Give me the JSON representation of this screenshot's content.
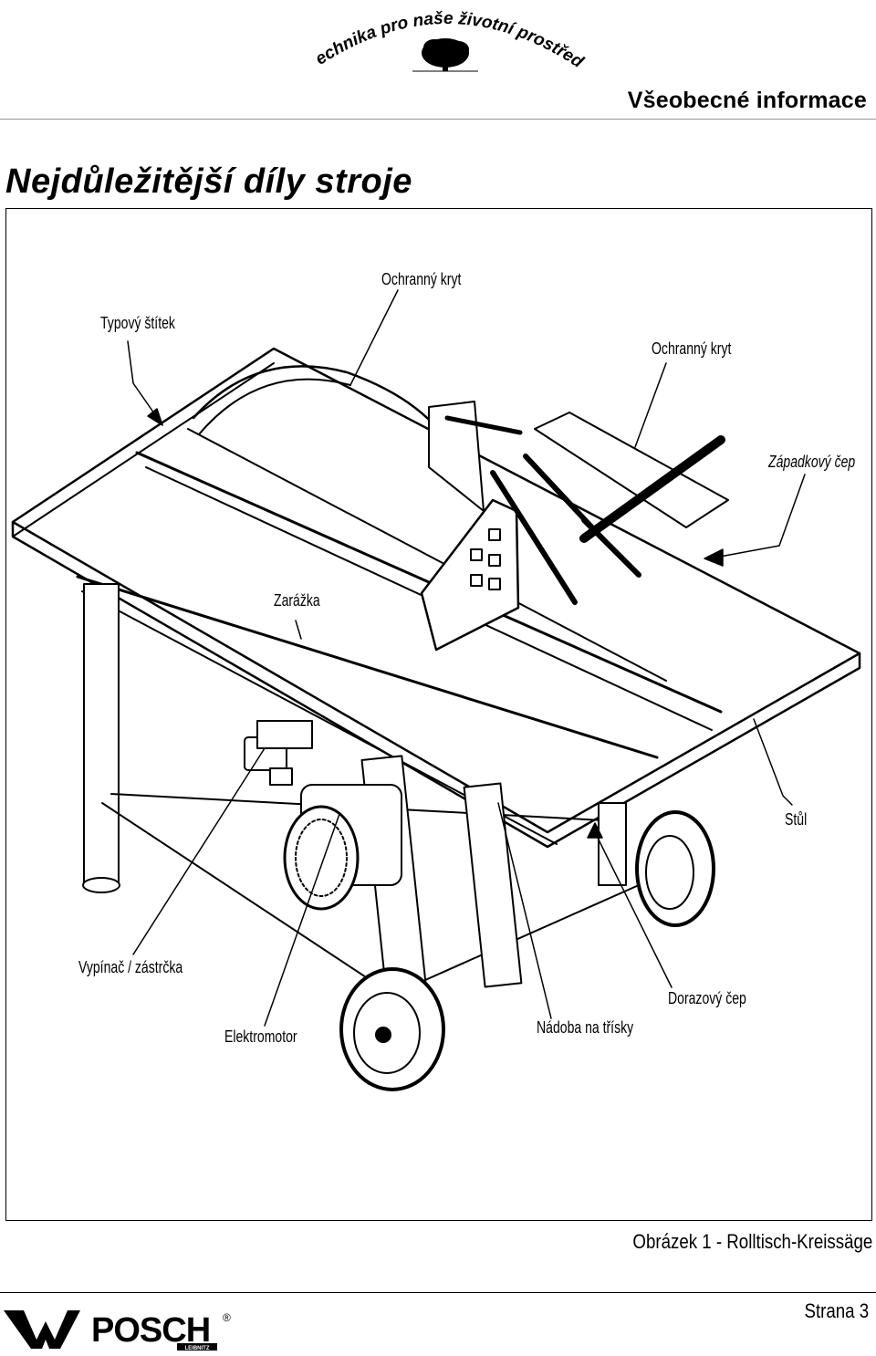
{
  "header": {
    "arc_text": "Technika pro naše životní prostředí",
    "section_title": "Všeobecné informace"
  },
  "page_title": "Nejdůležitější díly stroje",
  "figure": {
    "labels": {
      "ochranny_kryt_top": "Ochranný kryt",
      "typovy_stitek": "Typový štítek",
      "ochranny_kryt_right": "Ochranný kryt",
      "zapadkovy_cep": "Západkový čep",
      "zarazka": "Zarážka",
      "stul": "Stůl",
      "vypinac": "Vypínač / zástrčka",
      "elektromotor": "Elektromotor",
      "nadoba": "Nádoba na třísky",
      "dorazovy_cep": "Dorazový čep"
    },
    "caption": "Obrázek 1 - Rolltisch-Kreissäge"
  },
  "footer": {
    "brand": "POSCH",
    "brand_sub": "LEIBNITZ",
    "registered": "®",
    "page_number": "Strana 3"
  }
}
